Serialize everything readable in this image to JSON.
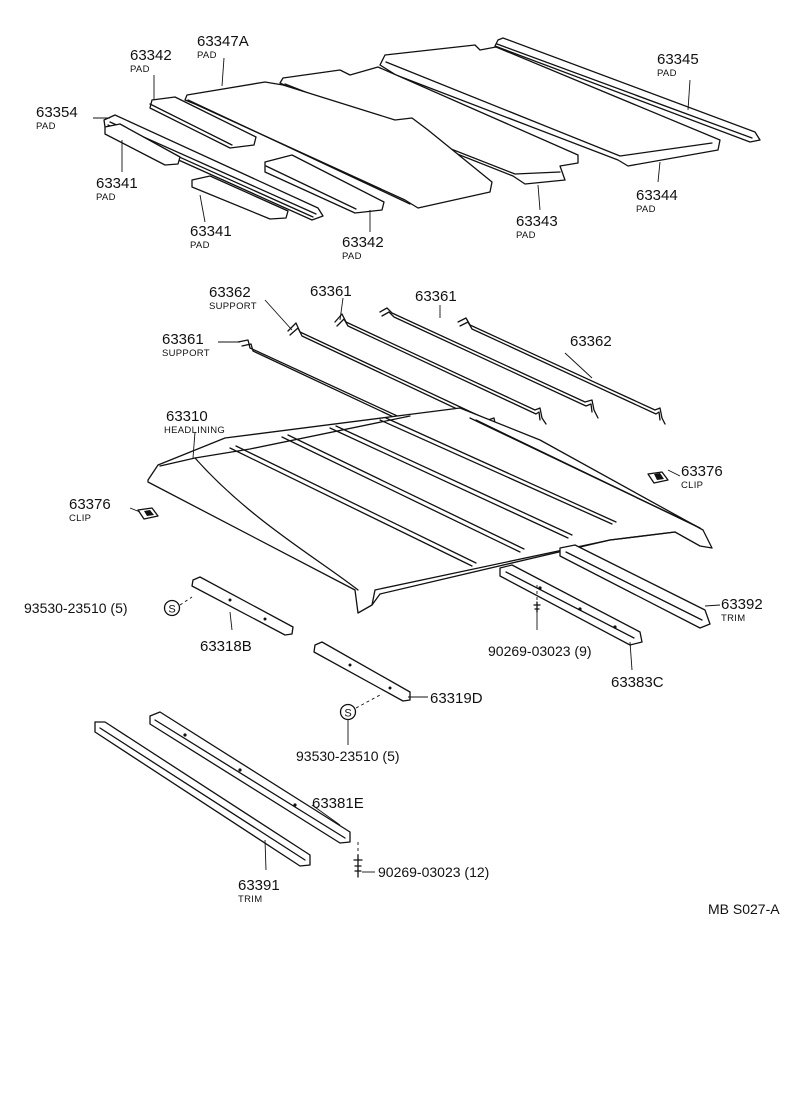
{
  "callouts": [
    {
      "id": "c-63347a",
      "part": "63347A",
      "sub": "PAD"
    },
    {
      "id": "c-63342-top",
      "part": "63342",
      "sub": "PAD"
    },
    {
      "id": "c-63354",
      "part": "63354",
      "sub": "PAD"
    },
    {
      "id": "c-63341-a",
      "part": "63341",
      "sub": "PAD"
    },
    {
      "id": "c-63341-b",
      "part": "63341",
      "sub": "PAD"
    },
    {
      "id": "c-63342-bottom",
      "part": "63342",
      "sub": "PAD"
    },
    {
      "id": "c-63343",
      "part": "63343",
      "sub": "PAD"
    },
    {
      "id": "c-63344",
      "part": "63344",
      "sub": "PAD"
    },
    {
      "id": "c-63345",
      "part": "63345",
      "sub": "PAD"
    },
    {
      "id": "c-63362-a",
      "part": "63362",
      "sub": "SUPPORT"
    },
    {
      "id": "c-63361-a",
      "part": "63361",
      "sub": ""
    },
    {
      "id": "c-63361-b",
      "part": "63361",
      "sub": ""
    },
    {
      "id": "c-63362-b",
      "part": "63362",
      "sub": ""
    },
    {
      "id": "c-63361-c",
      "part": "63361",
      "sub": "SUPPORT"
    },
    {
      "id": "c-63310",
      "part": "63310",
      "sub": "HEADLINING"
    },
    {
      "id": "c-63376-right",
      "part": "63376",
      "sub": "CLIP"
    },
    {
      "id": "c-63376-left",
      "part": "63376",
      "sub": "CLIP"
    },
    {
      "id": "c-63392",
      "part": "63392",
      "sub": "TRIM"
    },
    {
      "id": "c-93530-a",
      "part": "93530-23510 (5)",
      "sub": ""
    },
    {
      "id": "c-63318b",
      "part": "63318B",
      "sub": ""
    },
    {
      "id": "c-90269-a",
      "part": "90269-03023 (9)",
      "sub": ""
    },
    {
      "id": "c-63383c",
      "part": "63383C",
      "sub": ""
    },
    {
      "id": "c-63319d",
      "part": "63319D",
      "sub": ""
    },
    {
      "id": "c-93530-b",
      "part": "93530-23510 (5)",
      "sub": ""
    },
    {
      "id": "c-63381e",
      "part": "63381E",
      "sub": ""
    },
    {
      "id": "c-90269-b",
      "part": "90269-03023 (12)",
      "sub": ""
    },
    {
      "id": "c-63391",
      "part": "63391",
      "sub": "TRIM"
    }
  ],
  "screw_symbol": "S",
  "drawing_ref": "MB S027-A"
}
